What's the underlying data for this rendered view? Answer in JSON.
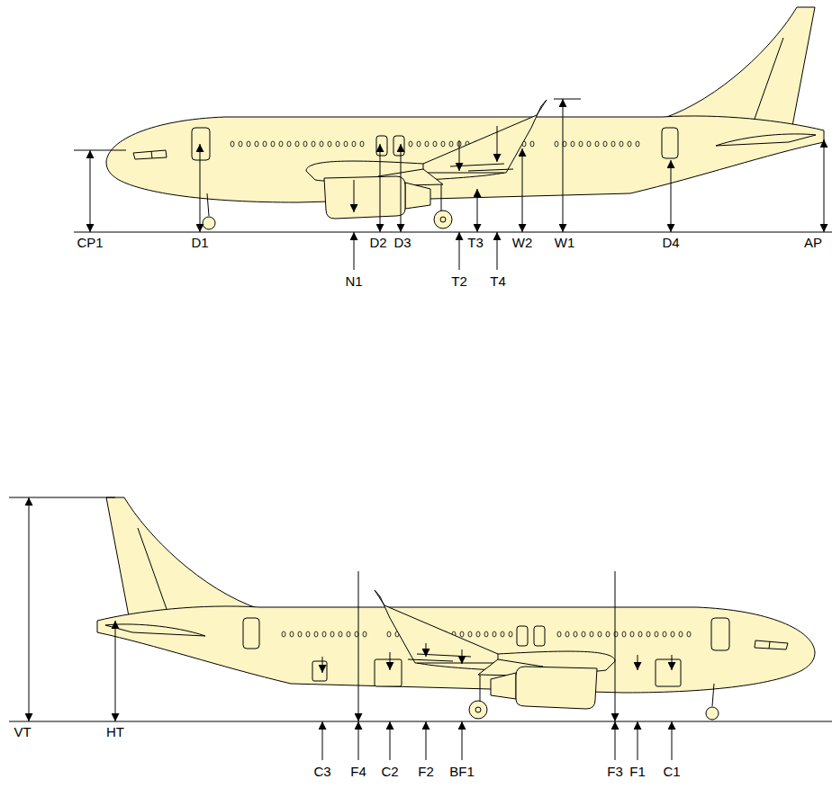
{
  "diagram": {
    "labels": [
      "CP1",
      "D1",
      "D2",
      "D3",
      "T3",
      "W2",
      "W1",
      "D4",
      "AP",
      "N1",
      "T2",
      "T4",
      "VT",
      "HT",
      "C3",
      "F4",
      "C2",
      "F2",
      "BF1",
      "F3",
      "F1",
      "C1"
    ]
  }
}
